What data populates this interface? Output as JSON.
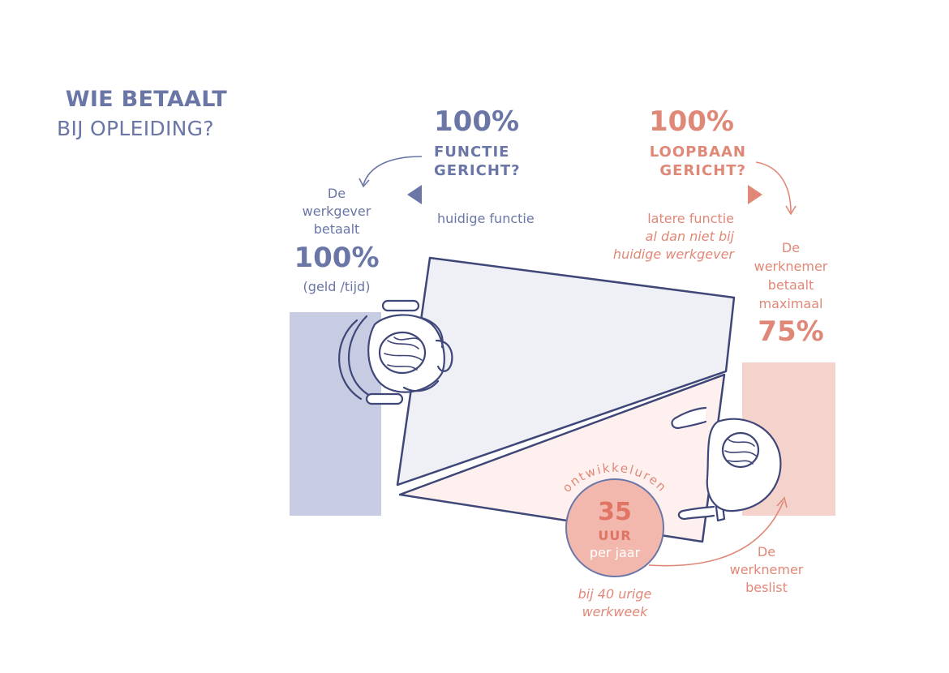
{
  "title": {
    "line1": "WIE BETAALT",
    "line2": "BIJ OPLEIDING?"
  },
  "left_heading": {
    "percent": "100%",
    "line1": "FUNCTIE",
    "line2": "GERICHT?"
  },
  "right_heading": {
    "percent": "100%",
    "line1": "LOOPBAAN",
    "line2": "GERICHT?"
  },
  "arrow": {
    "left_label": "huidige functie",
    "right_label_line1": "latere functie",
    "right_label_line2": "al dan niet bij",
    "right_label_line3": "huidige werkgever"
  },
  "employer": {
    "line1": "De",
    "line2": "werkgever",
    "line3": "betaalt",
    "percent": "100%",
    "note": "(geld /tijd)"
  },
  "employee": {
    "line1": "De",
    "line2": "werknemer",
    "line3": "betaalt",
    "line4": "maximaal",
    "percent": "75%"
  },
  "circle": {
    "arc_text": "ontwikkeluren",
    "hours": "35",
    "unit": "UUR",
    "period": "per jaar",
    "note_line1": "bij 40 urige",
    "note_line2": "werkweek"
  },
  "decides": {
    "line1": "De",
    "line2": "werknemer",
    "line3": "beslist"
  },
  "colors": {
    "blue": "#6a76a6",
    "coral": "#e08878",
    "blue_bar": "#c8cce3",
    "coral_bar": "#f5d3cd",
    "light_blue_fill": "#eef0f6",
    "light_coral_fill": "#fdf0ee",
    "outline": "#3f4778"
  }
}
